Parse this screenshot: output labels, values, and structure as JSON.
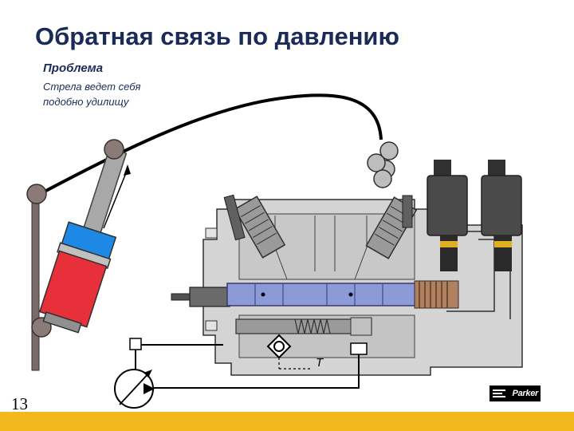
{
  "slide": {
    "title": "Обратная связь по давлению",
    "subtitle": "Проблема",
    "note_line1": "Стрела ведет себя",
    "note_line2": "подобно удилищу",
    "slide_number": "13",
    "port_label": "T",
    "brand": "Parker"
  },
  "colors": {
    "title": "#1a2b57",
    "footer": "#f2b81c",
    "cylinder_red": "#e8303a",
    "cylinder_blue": "#1e88e5",
    "spool": "#8d9ad8"
  },
  "icons": [
    "boom-arm",
    "hydraulic-cylinder",
    "valve-section",
    "solenoid",
    "pump-symbol",
    "check-valve-symbol",
    "parker-logo"
  ]
}
